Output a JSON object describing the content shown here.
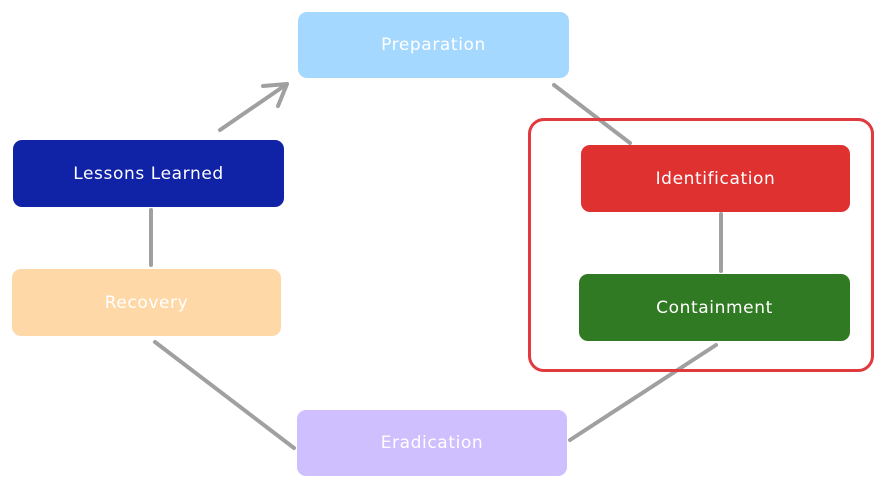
{
  "diagram": {
    "colors": {
      "edge": "#a0a0a0",
      "group_outline": "#e03a3e",
      "text": "#ffffff"
    },
    "nodes": {
      "preparation": {
        "label": "Preparation",
        "color": "#a5d8ff"
      },
      "identification": {
        "label": "Identification",
        "color": "#e03131"
      },
      "containment": {
        "label": "Containment",
        "color": "#2f7a22"
      },
      "eradication": {
        "label": "Eradication",
        "color": "#d0bfff"
      },
      "recovery": {
        "label": "Recovery",
        "color": "#ffd8a8"
      },
      "lessons_learned": {
        "label": "Lessons Learned",
        "color": "#1022a6"
      }
    },
    "edges": [
      {
        "from": "preparation",
        "to": "identification"
      },
      {
        "from": "identification",
        "to": "containment"
      },
      {
        "from": "containment",
        "to": "eradication"
      },
      {
        "from": "eradication",
        "to": "recovery"
      },
      {
        "from": "recovery",
        "to": "lessons_learned"
      },
      {
        "from": "lessons_learned",
        "to": "preparation",
        "arrow": true
      }
    ],
    "group": [
      "identification",
      "containment"
    ]
  }
}
